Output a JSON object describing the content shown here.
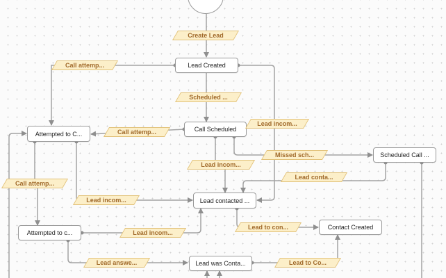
{
  "diagram": {
    "type": "state-workflow",
    "start": {
      "name": "start-state"
    },
    "nodes": [
      {
        "id": "lead-created",
        "label": "Lead Created"
      },
      {
        "id": "call-scheduled",
        "label": "Call Scheduled"
      },
      {
        "id": "attempted-to-contact-1",
        "label": "Attempted to C..."
      },
      {
        "id": "scheduled-call",
        "label": "Scheduled Call ..."
      },
      {
        "id": "lead-contacted",
        "label": "Lead contacted ..."
      },
      {
        "id": "attempted-to-contact-2",
        "label": "Attempted to c..."
      },
      {
        "id": "contact-created",
        "label": "Contact Created"
      },
      {
        "id": "lead-was-contacted",
        "label": "Lead was Conta..."
      }
    ],
    "transitions": [
      {
        "id": "t-create-lead",
        "label": "Create Lead",
        "from": "start",
        "to": "lead-created"
      },
      {
        "id": "t-call-attempt-1",
        "label": "Call attemp...",
        "from": "lead-created",
        "to": "attempted-to-contact-1"
      },
      {
        "id": "t-scheduled",
        "label": "Scheduled ...",
        "from": "lead-created",
        "to": "call-scheduled"
      },
      {
        "id": "t-lead-incoming-1",
        "label": "Lead incom...",
        "from": "lead-created",
        "to": "lead-contacted"
      },
      {
        "id": "t-call-attempt-2",
        "label": "Call attemp...",
        "from": "call-scheduled",
        "to": "attempted-to-contact-1"
      },
      {
        "id": "t-missed-scheduled",
        "label": "Missed sch...",
        "from": "call-scheduled",
        "to": "scheduled-call"
      },
      {
        "id": "t-lead-incoming-2",
        "label": "Lead incom...",
        "from": "call-scheduled",
        "to": "lead-contacted"
      },
      {
        "id": "t-lead-contacted",
        "label": "Lead conta...",
        "from": "scheduled-call",
        "to": "lead-contacted"
      },
      {
        "id": "t-call-attempt-3",
        "label": "Call attemp...",
        "from": "attempted-to-contact-1",
        "to": "attempted-to-contact-2"
      },
      {
        "id": "t-lead-incoming-3",
        "label": "Lead incom...",
        "from": "attempted-to-contact-1",
        "to": "lead-contacted"
      },
      {
        "id": "t-lead-incoming-4",
        "label": "Lead incom...",
        "from": "attempted-to-contact-2",
        "to": "lead-contacted"
      },
      {
        "id": "t-lead-to-contact-1",
        "label": "Lead to con...",
        "from": "lead-contacted",
        "to": "contact-created"
      },
      {
        "id": "t-lead-answered",
        "label": "Lead answe...",
        "from": "attempted-to-contact-2",
        "to": "lead-was-contacted"
      },
      {
        "id": "t-lead-to-contact-2",
        "label": "Lead to Co...",
        "from": "lead-was-contacted",
        "to": "contact-created"
      }
    ]
  }
}
